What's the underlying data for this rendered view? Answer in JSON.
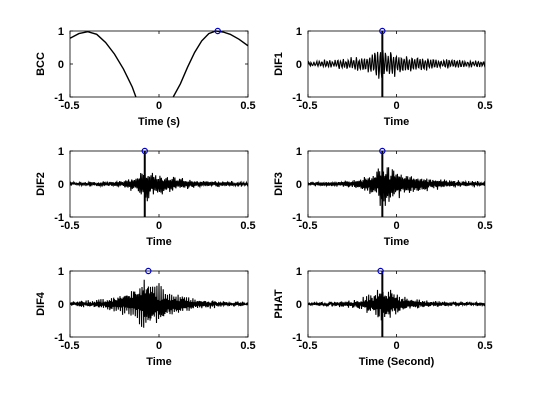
{
  "chart_data": [
    {
      "type": "line",
      "ylabel": "BCC",
      "xlabel": "Time (s)",
      "xlim": [
        -0.5,
        0.5
      ],
      "ylim": [
        -1,
        1
      ],
      "xticks": [
        "-0.5",
        "0",
        "0.5"
      ],
      "yticks": [
        "1",
        "0",
        "-1"
      ],
      "series": [
        {
          "kind": "smooth",
          "segments": [
            {
              "x": [
                -0.5,
                -0.45,
                -0.4,
                -0.35,
                -0.3,
                -0.25,
                -0.2,
                -0.15,
                -0.13
              ],
              "y": [
                0.78,
                0.92,
                0.98,
                0.9,
                0.65,
                0.3,
                -0.15,
                -0.7,
                -1.0
              ]
            },
            {
              "x": [
                0.08,
                0.12,
                0.16,
                0.2,
                0.24,
                0.28,
                0.32,
                0.36,
                0.4,
                0.45,
                0.5
              ],
              "y": [
                -1.0,
                -0.6,
                -0.1,
                0.35,
                0.7,
                0.92,
                1.0,
                0.97,
                0.9,
                0.75,
                0.55
              ]
            }
          ]
        }
      ],
      "peak": {
        "x": 0.33,
        "y": 1.0
      }
    },
    {
      "type": "line",
      "ylabel": "DIF1",
      "xlabel": "Time",
      "xlim": [
        -0.5,
        0.5
      ],
      "ylim": [
        -1,
        1
      ],
      "xticks": [
        "-0.5",
        "0",
        "0.5"
      ],
      "yticks": [
        "1",
        "0",
        "-1"
      ],
      "series": [
        {
          "kind": "oscillation",
          "peak_time": -0.08,
          "seed": 11,
          "n": 300,
          "decay": 0.22,
          "spike": true,
          "amp": 0.5,
          "pre_decay": 0.15,
          "freq": 0.09
        }
      ],
      "peak": {
        "x": -0.08,
        "y": 1.0
      }
    },
    {
      "type": "line",
      "ylabel": "DIF2",
      "xlabel": "Time",
      "xlim": [
        -0.5,
        0.5
      ],
      "ylim": [
        -1,
        1
      ],
      "xticks": [
        "-0.5",
        "0",
        "0.5"
      ],
      "yticks": [
        "1",
        "0",
        "-1"
      ],
      "series": [
        {
          "kind": "oscillation",
          "peak_time": -0.08,
          "seed": 23,
          "n": 380,
          "decay": 0.14,
          "spike": true,
          "amp": 0.55,
          "pre_decay": 0.06,
          "freq": 0.35
        }
      ],
      "peak": {
        "x": -0.08,
        "y": 1.0
      }
    },
    {
      "type": "line",
      "ylabel": "DIF3",
      "xlabel": "Time",
      "xlim": [
        -0.5,
        0.5
      ],
      "ylim": [
        -1,
        1
      ],
      "xticks": [
        "-0.5",
        "0",
        "0.5"
      ],
      "yticks": [
        "1",
        "0",
        "-1"
      ],
      "series": [
        {
          "kind": "oscillation",
          "peak_time": -0.08,
          "seed": 37,
          "n": 380,
          "decay": 0.16,
          "spike": true,
          "amp": 0.75,
          "pre_decay": 0.08,
          "freq": 0.5
        }
      ],
      "peak": {
        "x": -0.08,
        "y": 1.0
      }
    },
    {
      "type": "line",
      "ylabel": "DIF4",
      "xlabel": "Time",
      "xlim": [
        -0.5,
        0.5
      ],
      "ylim": [
        -1,
        1
      ],
      "xticks": [
        "-0.5",
        "0",
        "0.5"
      ],
      "yticks": [
        "1",
        "0",
        "-1"
      ],
      "series": [
        {
          "kind": "oscillation",
          "peak_time": -0.06,
          "seed": 51,
          "n": 420,
          "decay": 0.13,
          "spike": false,
          "amp": 0.95,
          "pre_decay": 0.12,
          "freq": 0.6
        }
      ],
      "peak": {
        "x": -0.06,
        "y": 1.0
      }
    },
    {
      "type": "line",
      "ylabel": "PHAT",
      "xlabel": "Time (Second)",
      "xlim": [
        -0.5,
        0.5
      ],
      "ylim": [
        -1,
        1
      ],
      "xticks": [
        "-0.5",
        "0",
        "0.5"
      ],
      "yticks": [
        "1",
        "0",
        "-1"
      ],
      "series": [
        {
          "kind": "oscillation",
          "peak_time": -0.08,
          "seed": 67,
          "n": 420,
          "decay": 0.1,
          "spike": true,
          "amp": 0.7,
          "pre_decay": 0.07,
          "freq": 0.55
        }
      ],
      "peak": {
        "x": -0.09,
        "y": 1.0
      }
    }
  ],
  "style": {
    "line_color": "#000000",
    "marker_color": "#0000cc"
  }
}
